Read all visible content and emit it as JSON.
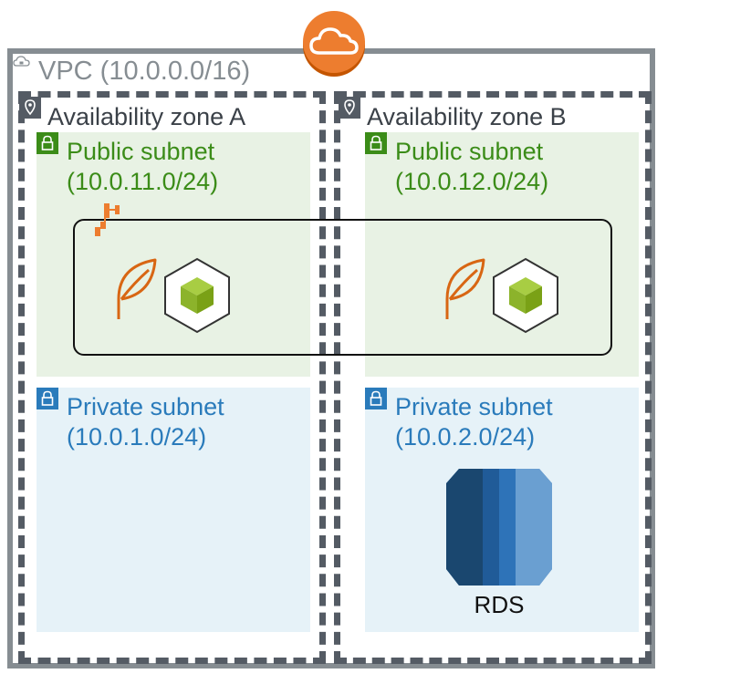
{
  "vpc": {
    "label": "VPC (10.0.0.0/16)",
    "icon": "cloud-icon"
  },
  "zones": [
    {
      "label": "Availability zone A",
      "public_subnet": {
        "title": "Public subnet",
        "cidr": "(10.0.11.0/24)"
      },
      "private_subnet": {
        "title": "Private subnet",
        "cidr": "(10.0.1.0/24)"
      }
    },
    {
      "label": "Availability zone B",
      "public_subnet": {
        "title": "Public subnet",
        "cidr": "(10.0.12.0/24)"
      },
      "private_subnet": {
        "title": "Private subnet",
        "cidr": "(10.0.2.0/24)"
      }
    }
  ],
  "database": {
    "label": "RDS"
  },
  "colors": {
    "public": "#3b8c18",
    "private": "#2a7bbb",
    "elastic_beanstalk": "#d86613",
    "ec2_green": "#7aa116",
    "rds_blue": "#2e73b8"
  }
}
